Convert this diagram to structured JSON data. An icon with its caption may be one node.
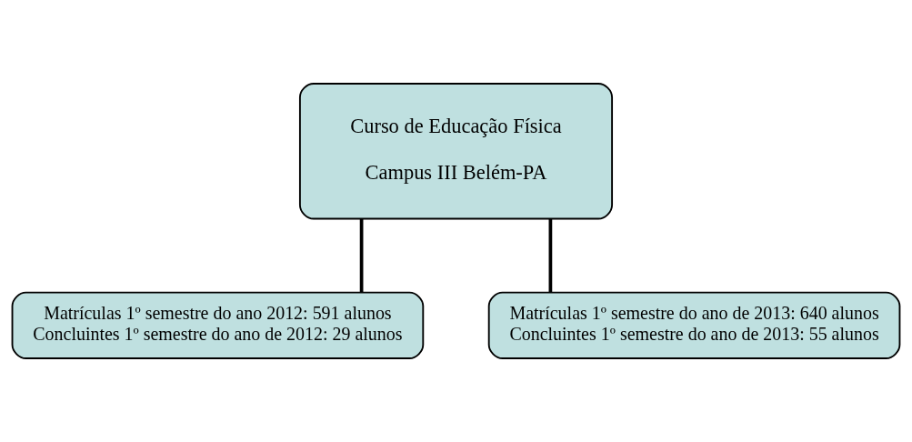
{
  "diagram": {
    "nodes": [
      {
        "text": [
          "Curso de Educação Física",
          "Campus III Belém-PA"
        ]
      },
      {
        "text": [
          "Matrículas 1º semestre do ano 2012: 591 alunos",
          "Concluintes 1º semestre do ano de 2012: 29 alunos"
        ]
      },
      {
        "text": [
          "Matrículas 1º semestre do ano de 2013: 640 alunos",
          "Concluintes 1º semestre do ano de 2013: 55 alunos"
        ]
      }
    ],
    "edges": [
      {
        "from": 0,
        "to": 1,
        "arrow": "none"
      },
      {
        "from": 0,
        "to": 2,
        "arrow": "none"
      }
    ]
  }
}
